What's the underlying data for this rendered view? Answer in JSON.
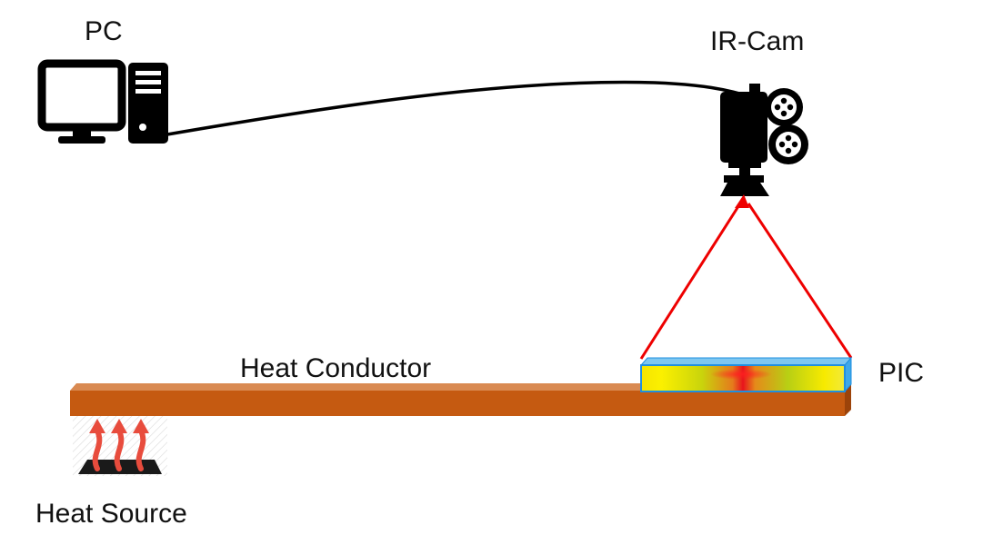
{
  "labels": {
    "pc": "PC",
    "ir_camera": "IR-Cam",
    "heat_conductor": "Heat Conductor",
    "pic": "PIC",
    "heat_source": "Heat Source"
  },
  "icons": {
    "pc": "desktop-computer-icon",
    "ir_camera": "film-camera-icon",
    "heat_source": "heat-source-icon"
  },
  "colors": {
    "cable": "#000000",
    "conductor_front": "#c55a11",
    "conductor_top": "#d98a52",
    "pic_border": "#1f8fe0",
    "view_rays": "#ee0000",
    "heat_arrows": "#e84c3d"
  }
}
